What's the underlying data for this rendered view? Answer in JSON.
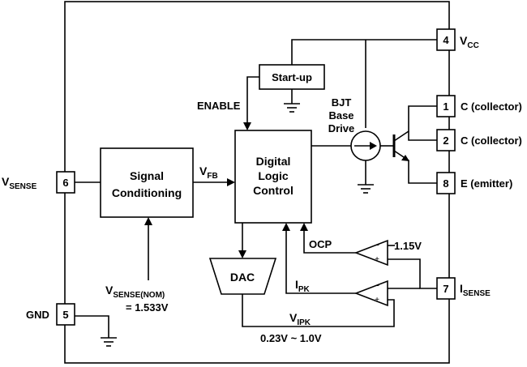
{
  "pins": {
    "p4": {
      "number": "4",
      "label": "V",
      "sub": "CC"
    },
    "p1": {
      "number": "1",
      "label": "C (collector)"
    },
    "p2": {
      "number": "2",
      "label": "C (collector)"
    },
    "p8": {
      "number": "8",
      "label": "E (emitter)"
    },
    "p7": {
      "number": "7",
      "label": "I",
      "sub": "SENSE"
    },
    "p6": {
      "number": "6",
      "label": "V",
      "sub": "SENSE"
    },
    "p5": {
      "number": "5",
      "label": "GND"
    }
  },
  "blocks": {
    "startup": "Start-up",
    "signal_line1": "Signal",
    "signal_line2": "Conditioning",
    "logic_line1": "Digital",
    "logic_line2": "Logic",
    "logic_line3": "Control",
    "dac": "DAC"
  },
  "labels": {
    "enable": "ENABLE",
    "bjt_line1": "BJT",
    "bjt_line2": "Base",
    "bjt_line3": "Drive",
    "vfb_main": "V",
    "vfb_sub": "FB",
    "ocp": "OCP",
    "ref_voltage": "1.15V",
    "ipk_main": "I",
    "ipk_sub": "PK",
    "vipk_main": "V",
    "vipk_sub": "IPK",
    "vipk_range": "0.23V ~ 1.0V",
    "vsense_nom_main": "V",
    "vsense_nom_sub": "SENSE(NOM)",
    "vsense_nom_value": "= 1.533V",
    "comp_plus": "+",
    "comp_minus": "−"
  }
}
